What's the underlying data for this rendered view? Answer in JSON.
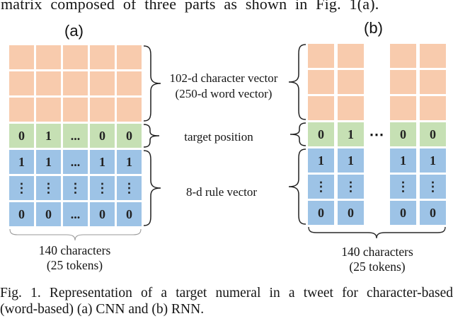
{
  "page": {
    "top_text": "matrix composed of three parts as shown in Fig. 1(a).",
    "caption": {
      "line1": "Fig. 1.  Representation of a target numeral in a tweet for character-based",
      "line2": "(word-based) (a) CNN and (b) RNN."
    }
  },
  "figure": {
    "colors": {
      "orange": "#F8CBAD",
      "green": "#C6E0B4",
      "blue": "#9DC3E6"
    },
    "legend": {
      "orange_line1": "102-d character vector",
      "orange_line2": "(250-d word vector)",
      "green_label": "target position",
      "blue_label": "8-d rule vector"
    },
    "panel_a": {
      "label": "(a)",
      "green_row": [
        "0",
        "1",
        "...",
        "0",
        "0"
      ],
      "blue_rows": [
        [
          "1",
          "1",
          "...",
          "1",
          "1"
        ],
        [
          "⋮",
          "⋮",
          "⋮",
          "⋮",
          "⋮"
        ],
        [
          "0",
          "0",
          "...",
          "0",
          "0"
        ]
      ],
      "bottom_line1": "140 characters",
      "bottom_line2": "(25 tokens)"
    },
    "panel_b": {
      "label": "(b)",
      "ellipsis": "⋯",
      "columns": [
        {
          "green": "0",
          "blue": [
            "1",
            "⋮",
            "0"
          ]
        },
        {
          "green": "1",
          "blue": [
            "1",
            "⋮",
            "0"
          ]
        },
        {
          "green": "0",
          "blue": [
            "1",
            "⋮",
            "0"
          ]
        },
        {
          "green": "0",
          "blue": [
            "1",
            "⋮",
            "0"
          ]
        }
      ],
      "bottom_line1": "140 characters",
      "bottom_line2": "(25 tokens)"
    }
  }
}
